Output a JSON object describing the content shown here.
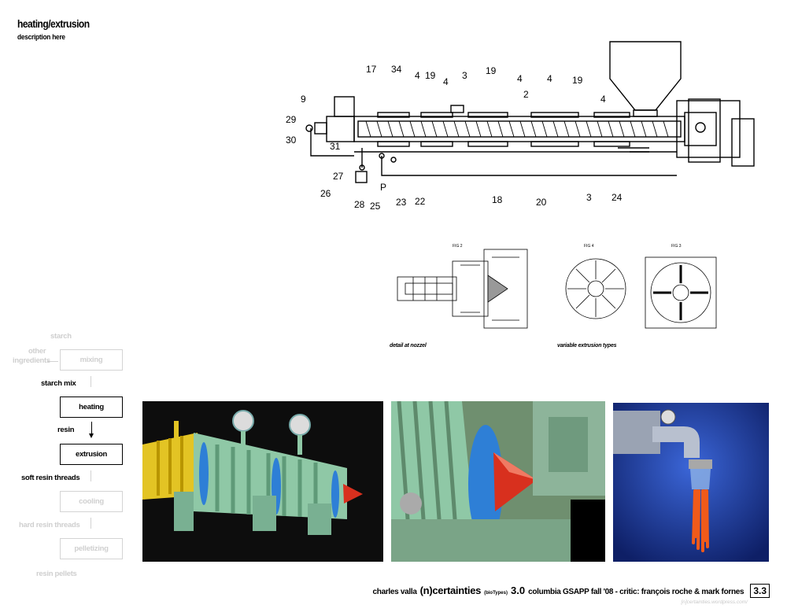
{
  "header": {
    "title": "heating/extrusion",
    "subtitle": "description here"
  },
  "diagram": {
    "labels": [
      "17",
      "34",
      "4",
      "19",
      "4",
      "3",
      "19",
      "4",
      "4",
      "19",
      "4",
      "9",
      "2",
      "29",
      "30",
      "31",
      "27",
      "26",
      "28",
      "25",
      "P",
      "23",
      "22",
      "18",
      "20",
      "3",
      "24"
    ]
  },
  "details": {
    "fig2_label": "FIG 2",
    "fig4_label": "FIG 4",
    "fig3_label": "FIG 3",
    "caption_nozzle": "detail at nozzel",
    "caption_types": "variable extrusion types"
  },
  "flow": {
    "starch": "starch",
    "other_ingredients_line1": "other",
    "other_ingredients_line2": "ingredients",
    "mixing": "mixing",
    "starch_mix": "starch mix",
    "heating": "heating",
    "resin": "resin",
    "extrusion": "extrusion",
    "soft_resin_threads": "soft resin threads",
    "cooling": "cooling",
    "hard_resin_threads": "hard resin threads",
    "pelletizing": "pelletizing",
    "resin_pellets": "resin pellets"
  },
  "footer": {
    "name": "charles valla",
    "brand": "(n)certainties",
    "tag": "(bioTypes)",
    "version": "3.0",
    "rest": "columbia GSAPP fall '08 - critic: françois roche & mark fornes",
    "page": "3.3",
    "url": "[n]certainties.wordpress.com/"
  },
  "colors": {
    "accent_red": "#d8301e",
    "machine_green": "#8fc8a6",
    "screw_yellow": "#e3c424",
    "disc_blue": "#2e7fd6",
    "photo_dark": "#111111",
    "blue_bg": "#1c3a9e",
    "resin_orange": "#f05a1a"
  }
}
